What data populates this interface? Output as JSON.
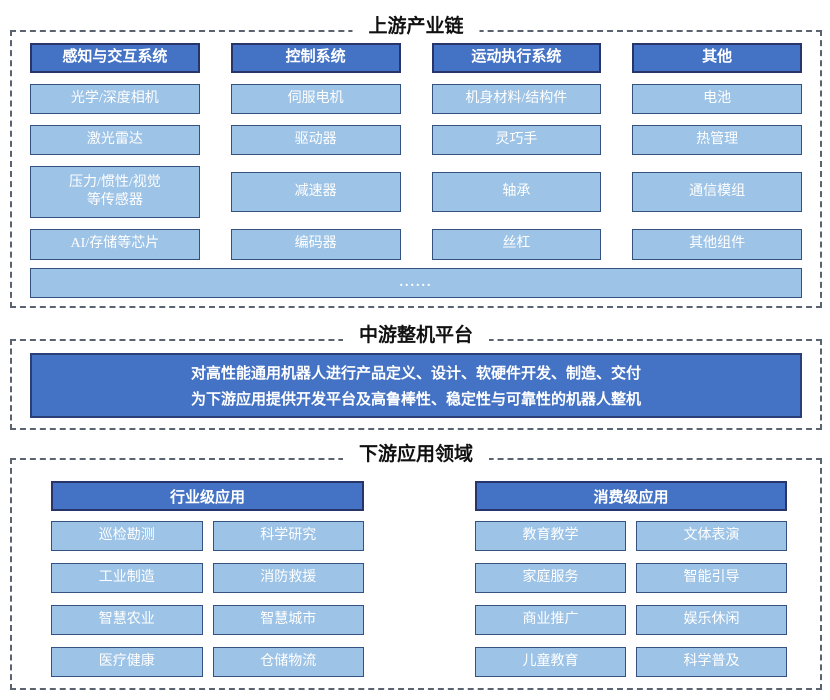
{
  "colors": {
    "header_fill": "#4472C4",
    "header_border": "#27356A",
    "item_fill": "#9DC3E6",
    "item_border": "#35517F",
    "dashed_border": "#5B6370",
    "text_on_blue": "#FFFFFF",
    "title_text": "#111111"
  },
  "sections": {
    "upstream": {
      "title": "上游产业链",
      "columns": [
        {
          "header": "感知与交互系统",
          "items": [
            "光学/深度相机",
            "激光雷达",
            "压力/惯性/视觉\n等传感器",
            "AI/存储等芯片"
          ]
        },
        {
          "header": "控制系统",
          "items": [
            "伺服电机",
            "驱动器",
            "减速器",
            "编码器"
          ]
        },
        {
          "header": "运动执行系统",
          "items": [
            "机身材料/结构件",
            "灵巧手",
            "轴承",
            "丝杠"
          ]
        },
        {
          "header": "其他",
          "items": [
            "电池",
            "热管理",
            "通信模组",
            "其他组件"
          ]
        }
      ],
      "more_label": "......"
    },
    "midstream": {
      "title": "中游整机平台",
      "lines": [
        "对高性能通用机器人进行产品定义、设计、软硬件开发、制造、交付",
        "为下游应用提供开发平台及高鲁棒性、稳定性与可靠性的机器人整机"
      ]
    },
    "downstream": {
      "title": "下游应用领域",
      "groups": [
        {
          "header": "行业级应用",
          "items": [
            "巡检勘测",
            "科学研究",
            "工业制造",
            "消防救援",
            "智慧农业",
            "智慧城市",
            "医疗健康",
            "仓储物流"
          ]
        },
        {
          "header": "消费级应用",
          "items": [
            "教育教学",
            "文体表演",
            "家庭服务",
            "智能引导",
            "商业推广",
            "娱乐休闲",
            "儿童教育",
            "科学普及"
          ]
        }
      ]
    }
  }
}
